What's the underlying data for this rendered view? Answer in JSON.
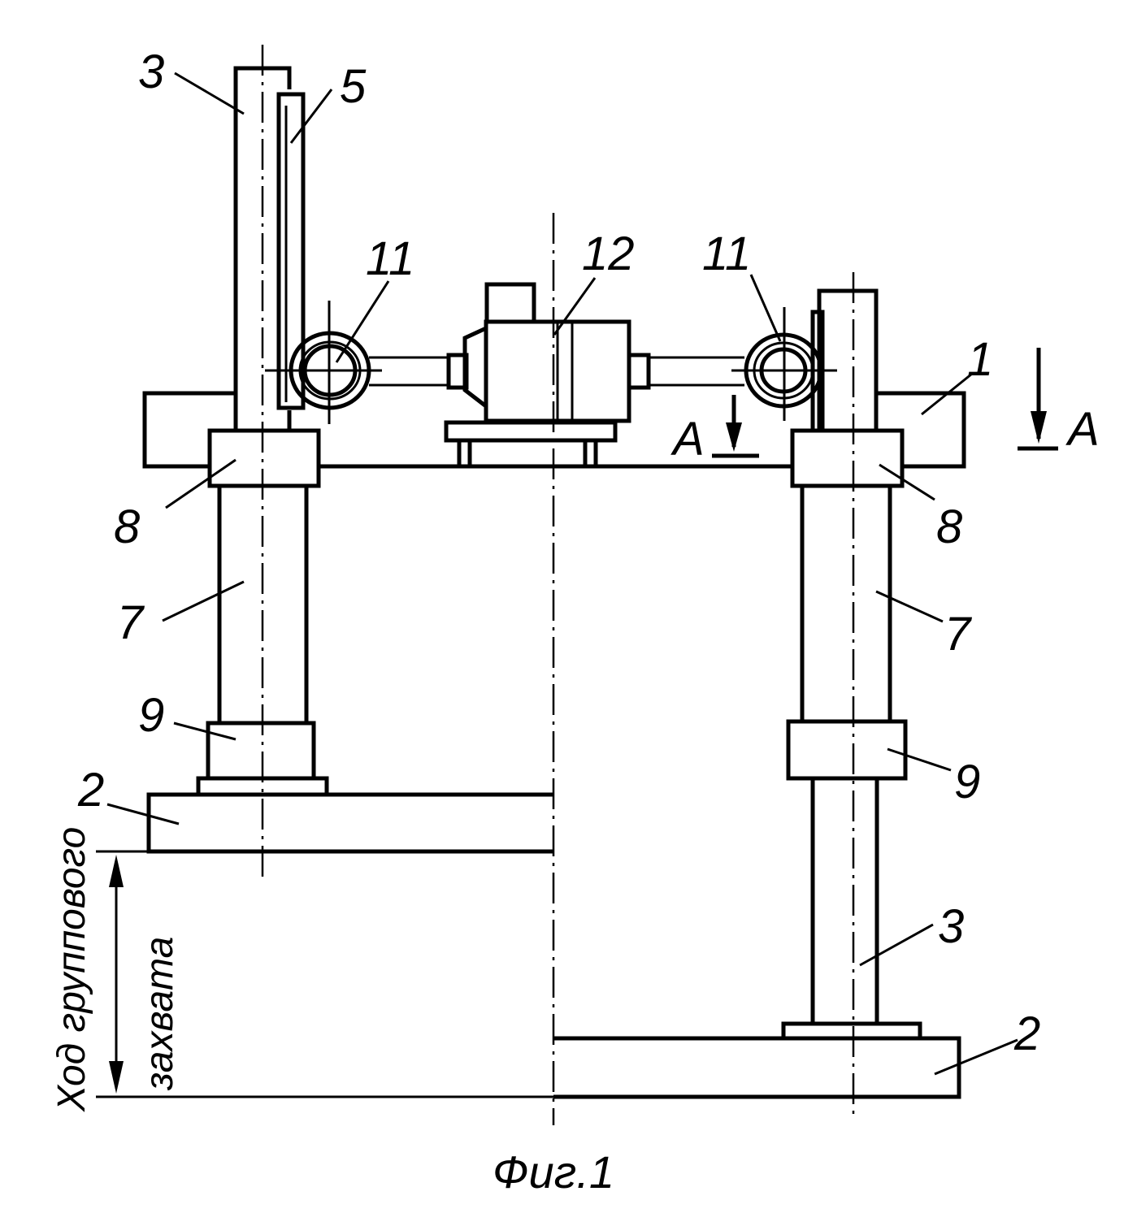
{
  "figure": {
    "caption": "Фиг.1",
    "stroke_color": "#000000",
    "background_color": "#ffffff"
  },
  "labels": {
    "column_left": "3",
    "rack": "5",
    "gear_left": "11",
    "motor": "12",
    "gear_right": "11",
    "frame": "1",
    "section_arrow_right": "A",
    "section_arrow_mid": "A",
    "bearing_top_left": "8",
    "bearing_top_right": "8",
    "sleeve_left": "7",
    "sleeve_right": "7",
    "bearing_bottom_left": "9",
    "bearing_bottom_right": "9",
    "plate_left": "2",
    "column_right": "3",
    "plate_right": "2"
  },
  "stroke_annotation": {
    "line1": "Ход группового",
    "line2": "захвата"
  }
}
